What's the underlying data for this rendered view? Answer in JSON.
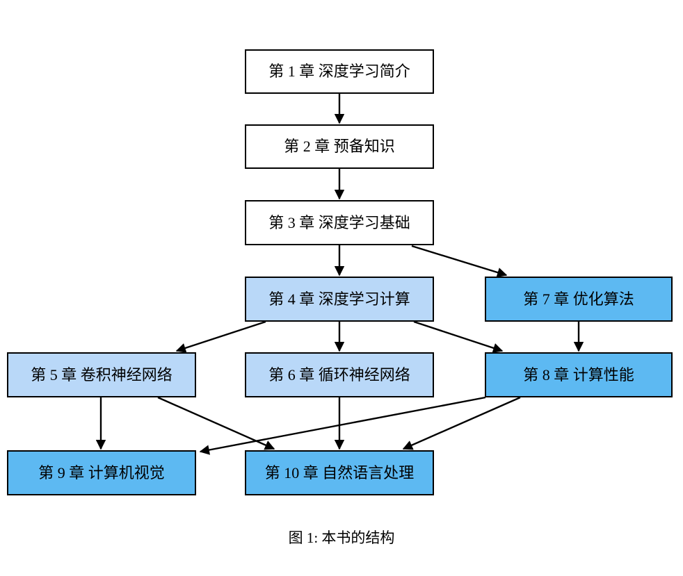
{
  "figure_caption": "图 1: 本书的结构",
  "nodes": {
    "ch1": {
      "label": "第 1 章 深度学习简介",
      "fill": "white"
    },
    "ch2": {
      "label": "第 2 章 预备知识",
      "fill": "white"
    },
    "ch3": {
      "label": "第 3 章 深度学习基础",
      "fill": "white"
    },
    "ch4": {
      "label": "第 4 章 深度学习计算",
      "fill": "light_blue"
    },
    "ch5": {
      "label": "第 5 章 卷积神经网络",
      "fill": "light_blue"
    },
    "ch6": {
      "label": "第 6 章 循环神经网络",
      "fill": "light_blue"
    },
    "ch7": {
      "label": "第 7 章 优化算法",
      "fill": "dark_blue"
    },
    "ch8": {
      "label": "第 8 章 计算性能",
      "fill": "dark_blue"
    },
    "ch9": {
      "label": "第 9 章 计算机视觉",
      "fill": "dark_blue"
    },
    "ch10": {
      "label": "第 10 章 自然语言处理",
      "fill": "dark_blue"
    }
  },
  "edges": [
    {
      "from": "ch1",
      "to": "ch2"
    },
    {
      "from": "ch2",
      "to": "ch3"
    },
    {
      "from": "ch3",
      "to": "ch4"
    },
    {
      "from": "ch3",
      "to": "ch7"
    },
    {
      "from": "ch4",
      "to": "ch5"
    },
    {
      "from": "ch4",
      "to": "ch6"
    },
    {
      "from": "ch4",
      "to": "ch8"
    },
    {
      "from": "ch7",
      "to": "ch8"
    },
    {
      "from": "ch5",
      "to": "ch9"
    },
    {
      "from": "ch5",
      "to": "ch10"
    },
    {
      "from": "ch6",
      "to": "ch10"
    },
    {
      "from": "ch8",
      "to": "ch9"
    },
    {
      "from": "ch8",
      "to": "ch10"
    }
  ],
  "colors": {
    "background": "#ffffff",
    "border": "#000000",
    "arrow": "#000000",
    "text": "#000000",
    "box_white": "#ffffff",
    "box_light_blue": "#b9d8f8",
    "box_dark_blue": "#5db9f2"
  }
}
